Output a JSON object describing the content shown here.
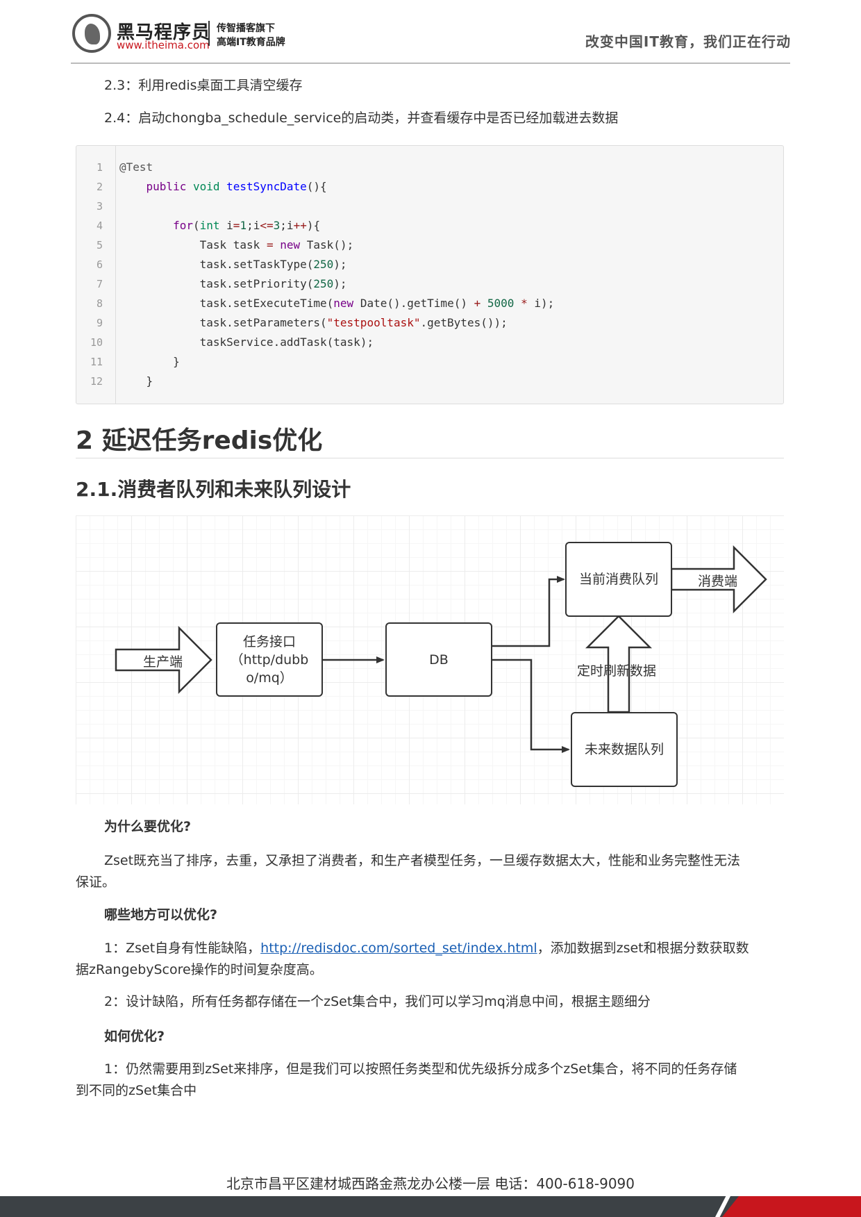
{
  "header": {
    "brand": "黑马程序员",
    "url": "www.itheima.com",
    "tagline_1": "传智播客旗下",
    "tagline_2": "高端IT教育品牌",
    "slogan": "改变中国IT教育，我们正在行动"
  },
  "steps": {
    "s23": "2.3：利用redis桌面工具清空缓存",
    "s24": "2.4：启动chongba_schedule_service的启动类，并查看缓存中是否已经加载进去数据"
  },
  "code": {
    "line_numbers": [
      "1",
      "2",
      "3",
      "4",
      "5",
      "6",
      "7",
      "8",
      "9",
      "10",
      "11",
      "12"
    ],
    "lines": [
      "@Test",
      "    public void testSyncDate(){",
      "",
      "        for(int i=1;i<=3;i++){",
      "            Task task = new Task();",
      "            task.setTaskType(250);",
      "            task.setPriority(250);",
      "            task.setExecuteTime(new Date().getTime() + 5000 * i);",
      "            task.setParameters(\"testpooltask\".getBytes());",
      "            taskService.addTask(task);",
      "        }",
      "    }"
    ]
  },
  "headings": {
    "main": "2 延迟任务redis优化",
    "sub": "2.1.消费者队列和未来队列设计"
  },
  "diagram": {
    "producer": "生产端",
    "task_api_1": "任务接口",
    "task_api_2": "（http/dubb",
    "task_api_3": "o/mq）",
    "db": "DB",
    "current_queue": "当前消费队列",
    "consumer": "消费端",
    "refresh": "定时刷新数据",
    "future_queue": "未来数据队列"
  },
  "content": {
    "q1": "为什么要优化?",
    "p1_line1": "Zset既充当了排序，去重，又承担了消费者，和生产者模型任务，一旦缓存数据太大，性能和业务完整性无法",
    "p1_line2": "保证。",
    "q2": "哪些地方可以优化?",
    "p2_prefix": "1：Zset自身有性能缺陷，",
    "p2_link": "http://redisdoc.com/sorted_set/index.html",
    "p2_suffix": "，添加数据到zset和根据分数获取数",
    "p2_line2": "据zRangebyScore操作的时间复杂度高。",
    "p3": "2：设计缺陷，所有任务都存储在一个zSet集合中，我们可以学习mq消息中间，根据主题细分",
    "q3": "如何优化?",
    "p4_line1": "1：仍然需要用到zSet来排序，但是我们可以按照任务类型和优先级拆分成多个zSet集合，将不同的任务存储",
    "p4_line2": "到不同的zSet集合中"
  },
  "footer": {
    "address": "北京市昌平区建材城西路金燕龙办公楼一层   电话：400-618-9090"
  }
}
